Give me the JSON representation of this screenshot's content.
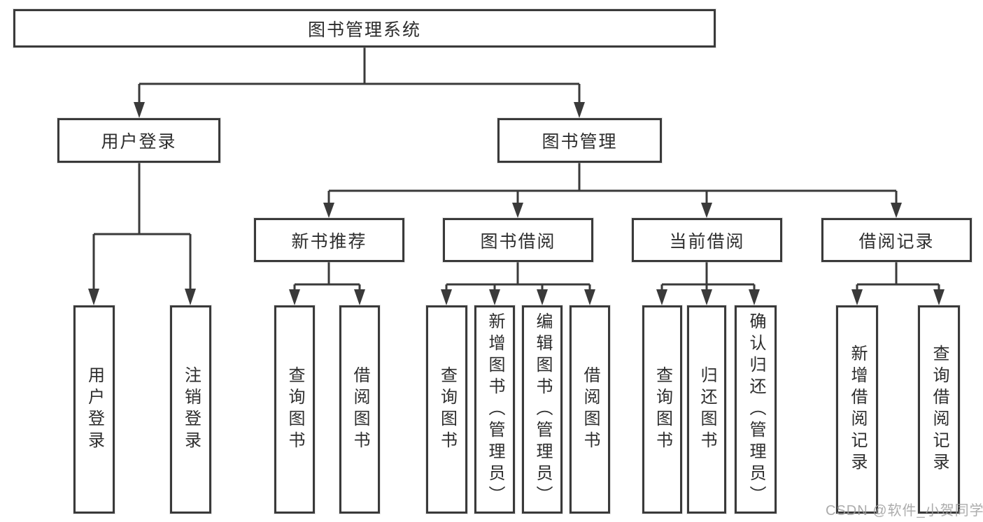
{
  "diagram_title": "图书管理系统",
  "tree": {
    "label": "图书管理系统",
    "children": [
      {
        "label": "用户登录",
        "children": [
          {
            "label": "用户登录"
          },
          {
            "label": "注销登录"
          }
        ]
      },
      {
        "label": "图书管理",
        "children": [
          {
            "label": "新书推荐",
            "children": [
              {
                "label": "查询图书"
              },
              {
                "label": "借阅图书"
              }
            ]
          },
          {
            "label": "图书借阅",
            "children": [
              {
                "label": "查询图书"
              },
              {
                "label": "新增图书（管理员）"
              },
              {
                "label": "编辑图书（管理员）"
              },
              {
                "label": "借阅图书"
              }
            ]
          },
          {
            "label": "当前借阅",
            "children": [
              {
                "label": "查询图书"
              },
              {
                "label": "归还图书"
              },
              {
                "label": "确认归还（管理员）"
              }
            ]
          },
          {
            "label": "借阅记录",
            "children": [
              {
                "label": "新增借阅记录"
              },
              {
                "label": "查询借阅记录"
              }
            ]
          }
        ]
      }
    ]
  },
  "watermark": "CSDN @软件_小贺同学",
  "colors": {
    "border": "#3a3a3a",
    "text": "#2d2d2d",
    "background": "#ffffff",
    "watermark": "#9e9e9e"
  }
}
